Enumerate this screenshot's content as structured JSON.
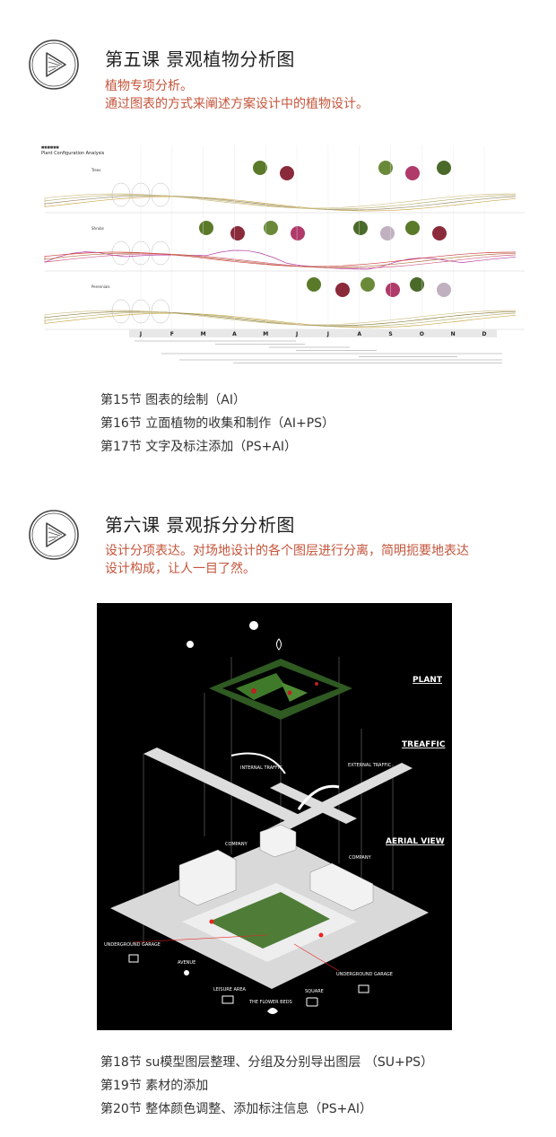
{
  "lesson5": {
    "title": "第五课 景观植物分析图",
    "desc_line1": "植物专项分析。",
    "desc_line2": "通过图表的方式来阐述方案设计中的植物设计。",
    "sections": [
      "第15节 图表的绘制（AI）",
      "第16节 立面植物的收集和制作（AI+PS）",
      "第17节 文字及标注添加（PS+AI）"
    ]
  },
  "chart_data": {
    "type": "line",
    "title": "Plant Configuration Analysis",
    "categories": [
      "J",
      "F",
      "M",
      "A",
      "M",
      "J",
      "J",
      "A",
      "S",
      "O",
      "N",
      "D"
    ],
    "row_labels": [
      "Trees",
      "Shrubs",
      "Perennials"
    ]
  },
  "lesson6": {
    "title": "第六课 景观拆分分析图",
    "desc_line1": "设计分项表达。对场地设计的各个图层进行分离，简明扼要地表达",
    "desc_line2": "设计构成，让人一目了然。",
    "sections": [
      "第18节 su模型图层整理、分组及分别导出图层 （SU+PS）",
      "第19节 素材的添加",
      "第20节 整体颜色调整、添加标注信息（PS+AI）"
    ]
  },
  "figure2": {
    "labels": {
      "plant": "PLANT",
      "traffic": "TREAFFIC",
      "aerial": "AERIAL VIEW",
      "internal_traffic": "INTERNAL TRAFFIC",
      "external_traffic": "EXTERNAL TRAFFIC",
      "company_left": "COMPANY",
      "company_right": "COMPANY",
      "underground_left": "UNDERGROUND GARAGE",
      "underground_right": "UNDERGROUND GARAGE",
      "avenue": "AVENUE",
      "leisure": "LEISURE AREA",
      "square": "SQUARE",
      "flower_beds": "THE FLOWER BEDS"
    }
  },
  "colors": {
    "accent": "#c4543a",
    "title": "#222222",
    "body": "#333333",
    "figure_bg": "#000000"
  }
}
